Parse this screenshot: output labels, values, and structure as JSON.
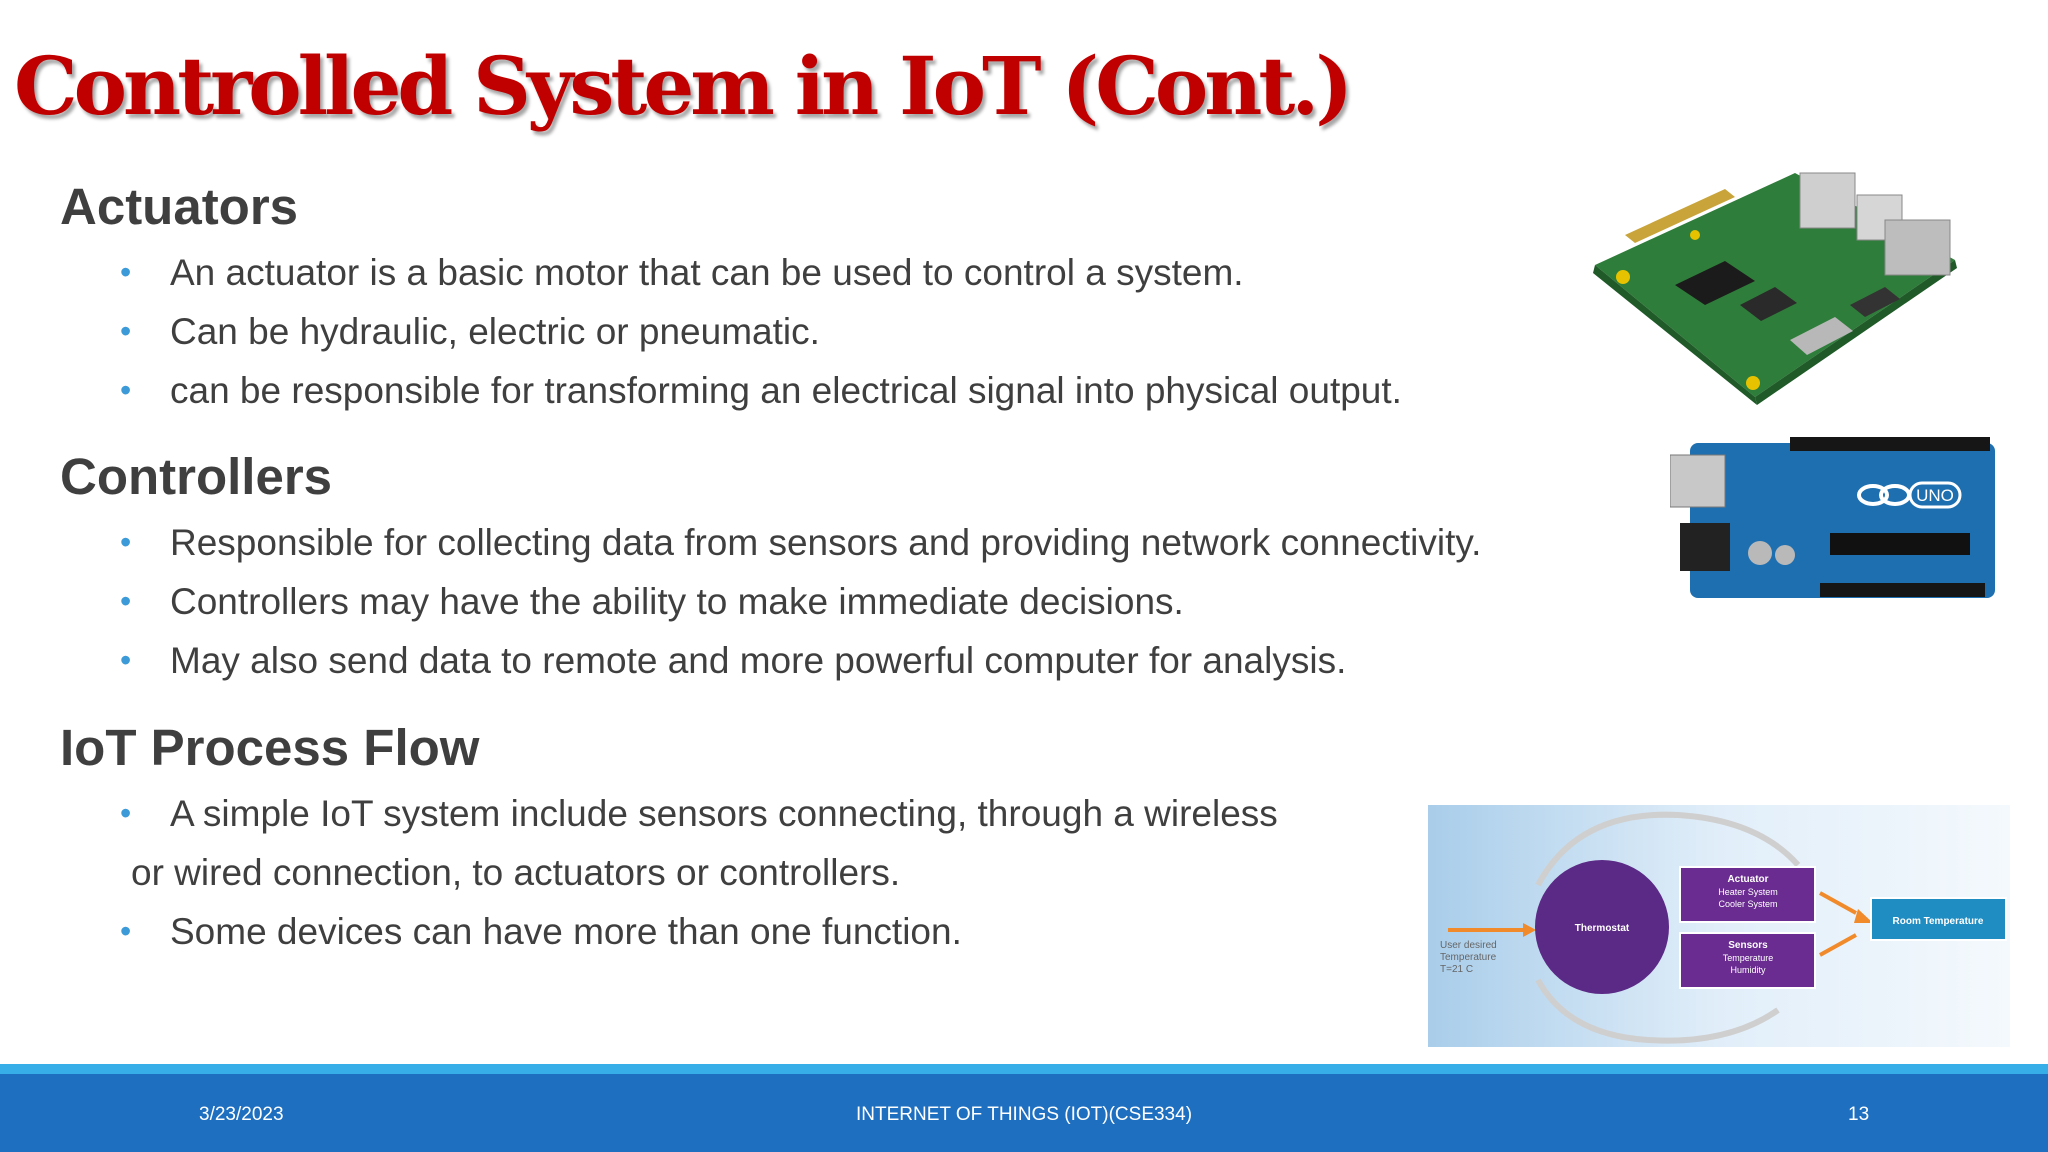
{
  "slide": {
    "title": "Controlled System in IoT (Cont.)",
    "sections": [
      {
        "heading": "Actuators",
        "bullets": [
          "An actuator is a basic motor that can be used to control a system.",
          "Can be hydraulic, electric or pneumatic.",
          "can be responsible for transforming an electrical signal into physical output."
        ]
      },
      {
        "heading": "Controllers",
        "bullets": [
          "Responsible for collecting data from sensors and providing network connectivity.",
          "Controllers may have the ability to make immediate decisions.",
          "May also send data to remote and more powerful computer for analysis."
        ]
      },
      {
        "heading": "IoT Process Flow",
        "bullets": [
          "A simple IoT system include sensors connecting, through a wireless",
          "Some devices can have more than one function."
        ],
        "continuation": "or wired connection, to actuators or controllers."
      }
    ],
    "images": {
      "board1_icon": "raspberry-pi-board",
      "board2": {
        "icon": "arduino-uno-board",
        "label_uno": "UNO"
      },
      "diagram": {
        "left_label": [
          "User desired",
          "Temperature",
          "T=21 C"
        ],
        "center": "Thermostat",
        "actuator": [
          "Actuator",
          "Heater System",
          "Cooler System"
        ],
        "sensors": [
          "Sensors",
          "Temperature",
          "Humidity"
        ],
        "output": "Room Temperature"
      }
    }
  },
  "footer": {
    "date": "3/23/2023",
    "course": "INTERNET OF THINGS (IOT)(CSE334)",
    "page": "13"
  },
  "colors": {
    "title": "#c00000",
    "text": "#3f3f3f",
    "bullet": "#3c9ad8",
    "footer_band": "#1e6fc0",
    "footer_strip": "#38aee8",
    "diagram_purple": "#5b2a86"
  }
}
